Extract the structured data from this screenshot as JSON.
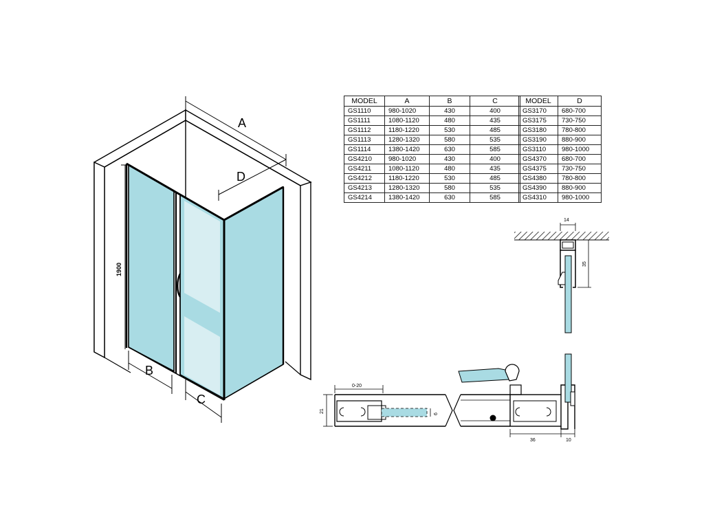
{
  "drawing": {
    "labels": {
      "a": "A",
      "b": "B",
      "c": "C",
      "d": "D",
      "height": "1900"
    },
    "colors": {
      "glass": "#a9dbe3",
      "glass_dark": "#8fcbd6",
      "line": "#000000",
      "wall_fill": "#ffffff"
    }
  },
  "main_table": {
    "headers": [
      "MODEL",
      "A",
      "B",
      "C"
    ],
    "rows": [
      [
        "GS1110",
        "980-1020",
        "430",
        "400"
      ],
      [
        "GS1111",
        "1080-1120",
        "480",
        "435"
      ],
      [
        "GS1112",
        "1180-1220",
        "530",
        "485"
      ],
      [
        "GS1113",
        "1280-1320",
        "580",
        "535"
      ],
      [
        "GS1114",
        "1380-1420",
        "630",
        "585"
      ],
      [
        "GS4210",
        "980-1020",
        "430",
        "400"
      ],
      [
        "GS4211",
        "1080-1120",
        "480",
        "435"
      ],
      [
        "GS4212",
        "1180-1220",
        "530",
        "485"
      ],
      [
        "GS4213",
        "1280-1320",
        "580",
        "535"
      ],
      [
        "GS4214",
        "1380-1420",
        "630",
        "585"
      ]
    ]
  },
  "d_table": {
    "headers": [
      "MODEL",
      "D"
    ],
    "rows": [
      [
        "GS3170",
        "680-700"
      ],
      [
        "GS3175",
        "730-750"
      ],
      [
        "GS3180",
        "780-800"
      ],
      [
        "GS3190",
        "880-900"
      ],
      [
        "GS3110",
        "980-1000"
      ],
      [
        "GS4370",
        "680-700"
      ],
      [
        "GS4375",
        "730-750"
      ],
      [
        "GS4380",
        "780-800"
      ],
      [
        "GS4390",
        "880-900"
      ],
      [
        "GS4310",
        "980-1000"
      ]
    ]
  },
  "details": {
    "top_profile": {
      "width": "14",
      "height": "35"
    },
    "bottom_profile": {
      "offset": "0-20",
      "height": "21",
      "glass": "6"
    },
    "corner_profile": {
      "width": "36",
      "side": "10"
    }
  }
}
